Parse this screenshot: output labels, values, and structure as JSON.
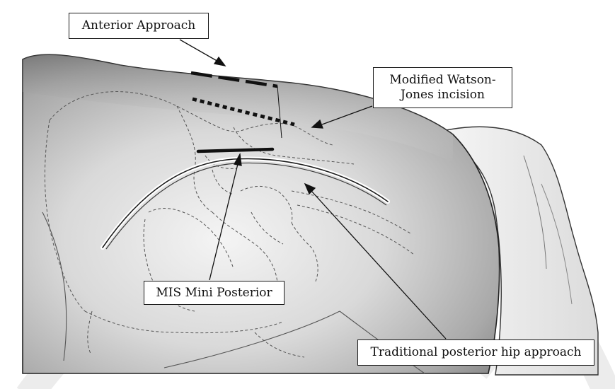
{
  "labels": {
    "anterior": "Anterior Approach",
    "watson_line1": "Modified Watson-",
    "watson_line2": "Jones incision",
    "mis": "MIS Mini Posterior",
    "traditional": "Traditional posterior hip approach"
  },
  "colors": {
    "ink": "#111111",
    "body_shade": "#8e8e8e",
    "body_highlight": "#f2f2f2",
    "watermark": "#e9e9e9"
  }
}
